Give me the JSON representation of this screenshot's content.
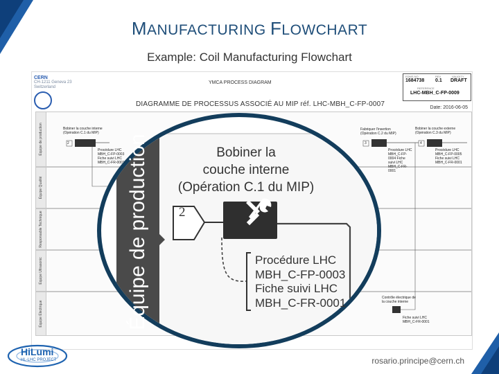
{
  "slide": {
    "title_prefix_1": "M",
    "title_rest_1": "ANUFACTURING ",
    "title_prefix_2": "F",
    "title_rest_2": "LOWCHART",
    "subtitle": "Example: Coil Manufacturing Flowchart",
    "footer_email": "rosario.principe@cern.ch",
    "hilumi_logo": "HiLumi",
    "hilumi_sub": "HL-LHC PROJECT"
  },
  "document": {
    "cern_label": "CERN",
    "cern_addr_1": "CH-1211 Geneva 23",
    "cern_addr_2": "Switzerland",
    "process_title": "YMCA PROCESS DIAGRAM",
    "main_title": "DIAGRAMME DE PROCESSUS ASSOCIÉ AU MIP réf. LHC-MBH_C-FP-0007",
    "date": "Date: 2016-06-05",
    "edms_label": "EDMS NO",
    "edms_value": "1684738",
    "rev_label": "REV",
    "rev_value": "0.1",
    "validity_label": "VALIDITY",
    "validity_value": "DRAFT",
    "reference_label": "REFERENCE",
    "reference_value": "LHC-MBH_C-FP-0009"
  },
  "lanes": [
    {
      "label": "Équipe de production"
    },
    {
      "label": "Équipe Qualité"
    },
    {
      "label": "Responsable Technique"
    },
    {
      "label": "Équipe Ultrasonic"
    },
    {
      "label": "Équipe Électrique"
    }
  ],
  "mini_steps": {
    "step_left": "Bobiner la couche interne (Opération C.1 du MIP)",
    "proc_left": "Procédure LHC MBH_C-FP-0003 Fiche suivi LHC MBH_C-FR-0001",
    "step_mid": "Fabriquer l'insertion (Opération C.2 du MIP)",
    "proc_mid": "Procédure LHC MBH_C-FP-0004 Fiche suivi LHC MBH_C-FR-0001",
    "step_right": "Bobiner la couche externe (Opération C.3 du MIP)",
    "proc_right": "Procédure LHC MBH_C-FP-0005 Fiche suivi LHC MBH_C-FR-0001",
    "control": "Contrôle électrique de la couche interne",
    "proc_control": "Fiche suivi LHC MBH_C-FR-0001",
    "num_a": "2",
    "num_b": "3",
    "num_c": "4"
  },
  "zoom": {
    "lane_label": "Équipe de production",
    "step_line_1": "Bobiner la",
    "step_line_2": "couche interne",
    "step_line_3": "(Opération C.1 du MIP)",
    "step_number": "2",
    "proc_line_1": "Procédure LHC",
    "proc_line_2": "MBH_C-FP-0003",
    "proc_line_3": "Fiche suivi LHC",
    "proc_line_4": "MBH_C-FR-0001",
    "tool_icon": "tools-icon"
  },
  "colors": {
    "title": "#1f4e79",
    "ring": "#133d5c",
    "accent_blue": "#1e63b0",
    "lane_label_bg": "#4a4a4a"
  }
}
